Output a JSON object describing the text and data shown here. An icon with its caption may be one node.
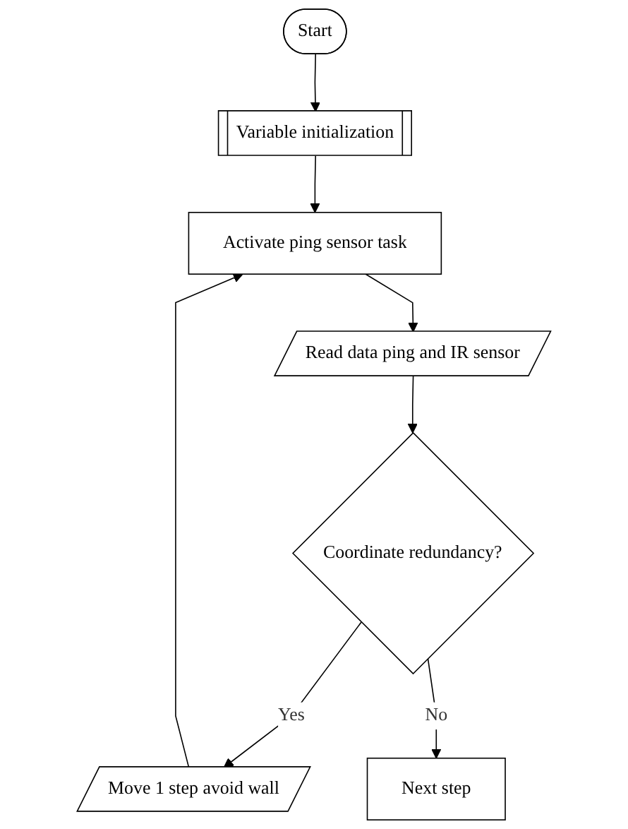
{
  "diagram": {
    "nodes": [
      {
        "text": [
          "Start"
        ]
      },
      {
        "text": [
          "Variable initialization"
        ]
      },
      {
        "text": [
          "Activate ping sensor task"
        ]
      },
      {
        "text": [
          "Read data ping and IR sensor"
        ]
      },
      {
        "text": [
          "Coordinate redundancy?"
        ]
      },
      {
        "text": [
          "Move 1 step avoid wall"
        ]
      },
      {
        "text": [
          "Next step"
        ]
      }
    ],
    "edges": [
      {
        "from": 0,
        "to": 1,
        "arrow": "to"
      },
      {
        "from": 1,
        "to": 2,
        "arrow": "to"
      },
      {
        "from": 2,
        "to": 3,
        "arrow": "to"
      },
      {
        "from": 3,
        "to": 4,
        "arrow": "to"
      },
      {
        "from": 4,
        "to": 5,
        "arrow": "to",
        "label": "Yes"
      },
      {
        "from": 5,
        "to": 2,
        "arrow": "to"
      },
      {
        "from": 4,
        "to": 6,
        "arrow": "to",
        "label": "No"
      }
    ]
  }
}
